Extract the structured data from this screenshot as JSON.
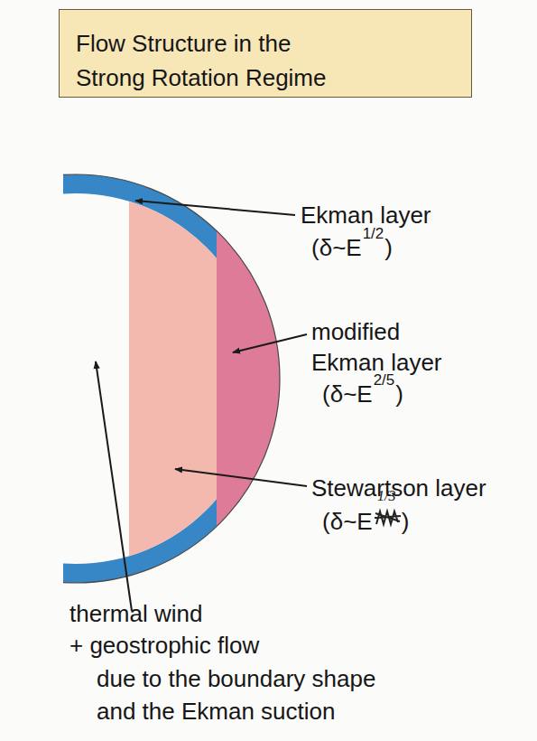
{
  "diagram": {
    "title": "Flow Structure in the Strong Rotation Regime",
    "labels": [
      "Ekman layer",
      "(δ~E",
      "1/2",
      ")",
      "modified Ekman layer",
      "(δ~E",
      "2/5",
      ")",
      "Stewartson layer",
      "1/3",
      "(δ~E",
      ")",
      "thermal wind",
      "+ geostrophic flow",
      "due to the boundary shape and the Ekman suction"
    ]
  }
}
